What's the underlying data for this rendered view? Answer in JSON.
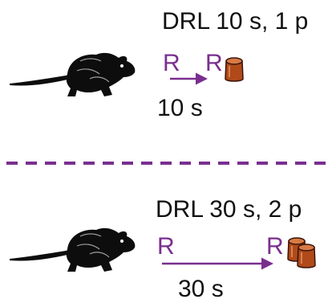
{
  "colors": {
    "accent_purple": "#7a2f8f",
    "pellet_brown": "#b04a1a",
    "rat_black": "#0d0d0d",
    "text": "#111111"
  },
  "panels": [
    {
      "schedule_label": "DRL 10 s, 1 p",
      "response_first": "R",
      "response_second": "R",
      "delay_label": "10 s",
      "pellet_count": 1,
      "icons": [
        "rat-icon",
        "arrow-right-icon",
        "food-pellet-icon"
      ]
    },
    {
      "schedule_label": "DRL 30 s, 2 p",
      "response_first": "R",
      "response_second": "R",
      "delay_label": "30 s",
      "pellet_count": 2,
      "icons": [
        "rat-icon",
        "arrow-right-icon",
        "food-pellet-icon",
        "food-pellet-icon"
      ]
    }
  ],
  "divider": {
    "style": "dashed",
    "icon": "dashed-divider"
  }
}
